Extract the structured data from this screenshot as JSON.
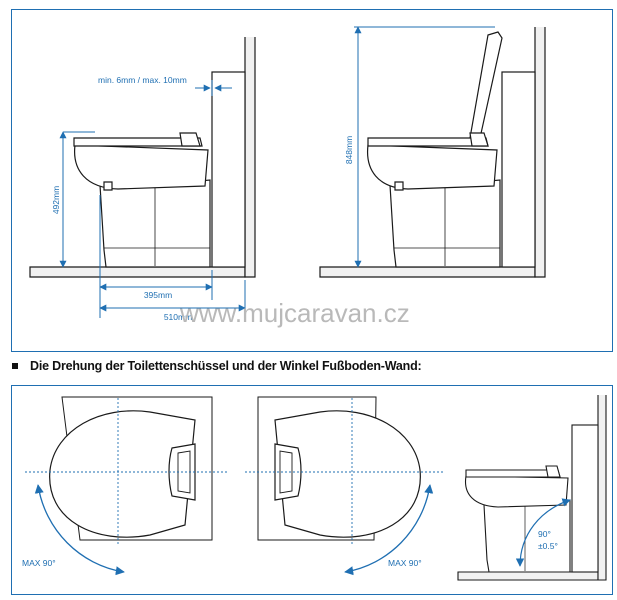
{
  "labels": {
    "gap": "min. 6mm / max. 10mm",
    "height_seat": "492mm",
    "height_lid": "848mm",
    "depth_bowl": "395mm",
    "depth_total": "510mm",
    "rotate_left": "MAX 90°",
    "rotate_right": "MAX 90°",
    "angle_value": "90°",
    "angle_tolerance": "±0.5°"
  },
  "heading": "Die Drehung der Toilettenschüssel und der Winkel Fußboden-Wand:",
  "watermark": "www.mujcaravan.cz",
  "colors": {
    "accent": "#1f6fb2",
    "line": "#1a1a1a",
    "wall": "#f1f1f1",
    "watermark": "#b9b9b9"
  }
}
